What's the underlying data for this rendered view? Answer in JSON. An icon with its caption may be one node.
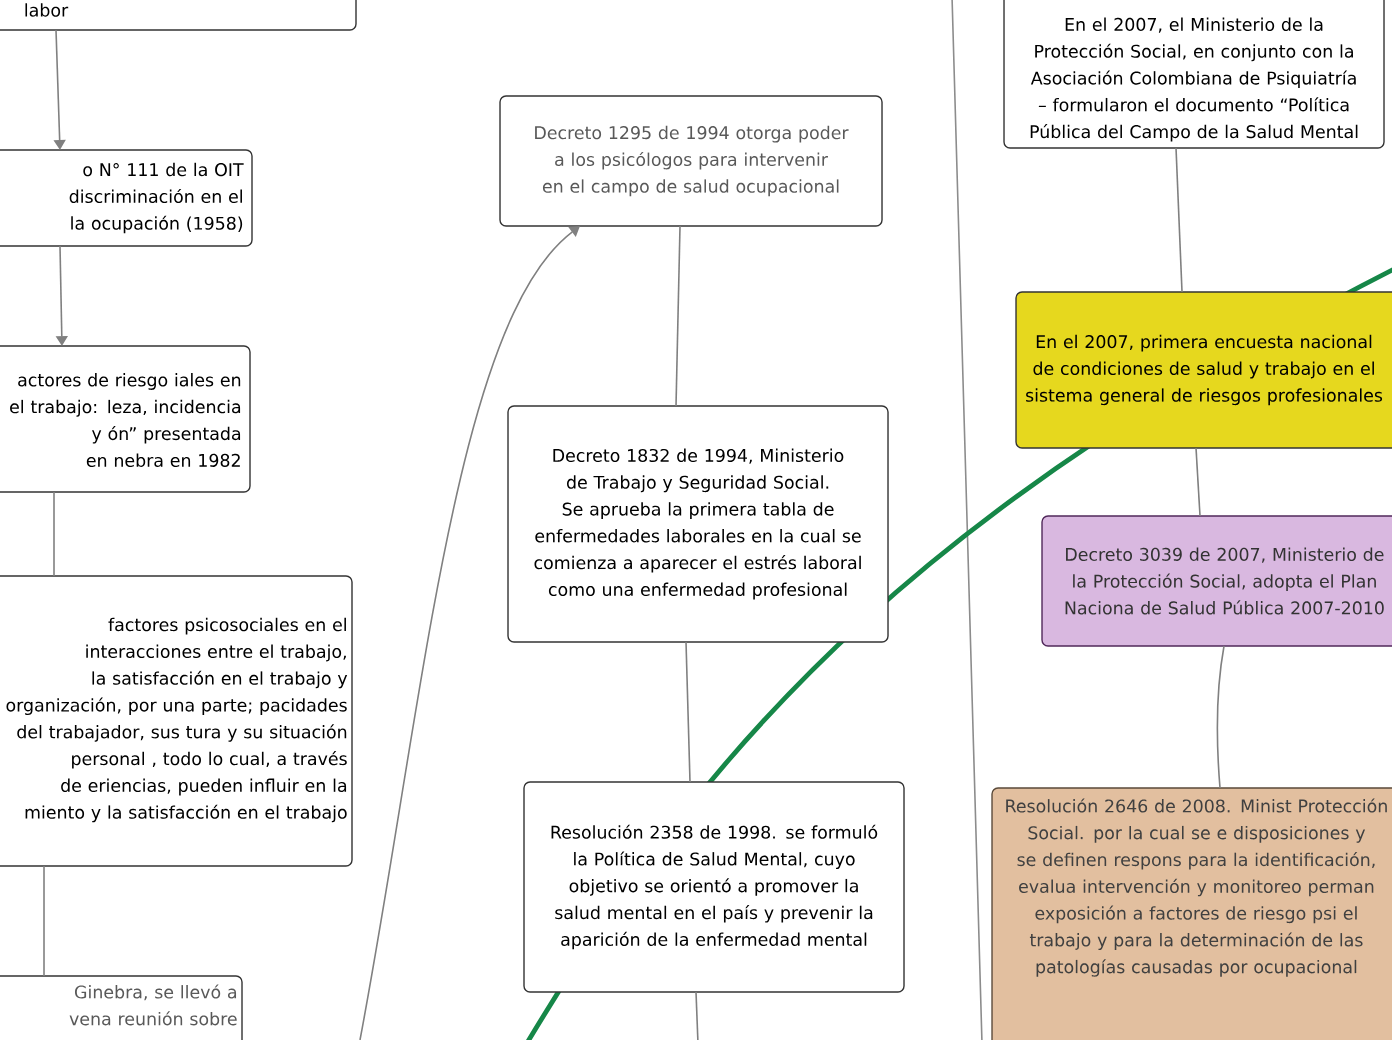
{
  "diagram": {
    "nodes": [
      {
        "text": [
          "labor"
        ]
      },
      {
        "text": [
          "o N° 111 de la OIT discriminación en el la ocupación (1958)"
        ]
      },
      {
        "text": [
          "actores de riesgo iales en el trabajo: leza, incidencia y ón” presentada en nebra en 1982"
        ]
      },
      {
        "text": [
          "factores psicosociales en el interacciones entre el trabajo, la satisfacción en el trabajo y organización, por una parte; pacidades del trabajador, sus tura y su situación personal , todo lo cual, a través de eriencias, pueden influir en la miento y la satisfacción en el trabajo"
        ]
      },
      {
        "text": [
          "Ginebra, se llevó a vena reunión sobre"
        ]
      },
      {
        "text": [
          "Decreto 1295 de 1994 otorga poder a los psicólogos para intervenir en el campo de salud ocupacional"
        ]
      },
      {
        "text": [
          "Decreto 1832 de 1994, Ministerio de Trabajo y Seguridad Social. Se aprueba la primera tabla de enfermedades laborales en la cual se comienza a aparecer el estrés laboral como una enfermedad profesional"
        ]
      },
      {
        "text": [
          "Resolución 2358 de 1998.  se formuló la Política de Salud Mental, cuyo objetivo se orientó a promover la salud mental en el país y prevenir la aparición de la enfermedad mental"
        ]
      },
      {
        "text": [
          "En el 2007, el Ministerio de la Protección Social, en conjunto con la Asociación Colombiana de Psiquiatría –  formularon el documento “Política Pública del Campo de la Salud Mental"
        ]
      },
      {
        "text": [
          "En el 2007, primera encuesta nacional de condiciones de salud y trabajo en el sistema general de riesgos profesionales"
        ]
      },
      {
        "text": [
          "Decreto 3039 de 2007, Ministerio de la Protección Social, adopta el Plan Naciona de Salud Pública 2007-2010"
        ]
      },
      {
        "text": [
          "Resolución 2646 de 2008. Minist Protección Social. por la cual se e disposiciones y se definen respons para la  identificación, evalua intervención y monitoreo perman exposición a factores de riesgo psi el trabajo y para la determinación de las patologías causadas por ocupacional"
        ]
      }
    ],
    "edges": [
      {
        "from": 0,
        "to": 1,
        "arrow": "to"
      },
      {
        "from": 1,
        "to": 2,
        "arrow": "to"
      },
      {
        "from": 2,
        "to": 3,
        "arrow": "none"
      },
      {
        "from": 3,
        "to": 4,
        "arrow": "none"
      },
      {
        "from": null,
        "to": 5,
        "arrow": "to"
      },
      {
        "from": 5,
        "to": 6,
        "arrow": "none"
      },
      {
        "from": 6,
        "to": 7,
        "arrow": "none"
      },
      {
        "from": 7,
        "to": null,
        "arrow": "none"
      },
      {
        "from": 8,
        "to": 9,
        "arrow": "none"
      },
      {
        "from": 9,
        "to": 10,
        "arrow": "none"
      },
      {
        "from": 10,
        "to": 11,
        "arrow": "none"
      }
    ]
  }
}
